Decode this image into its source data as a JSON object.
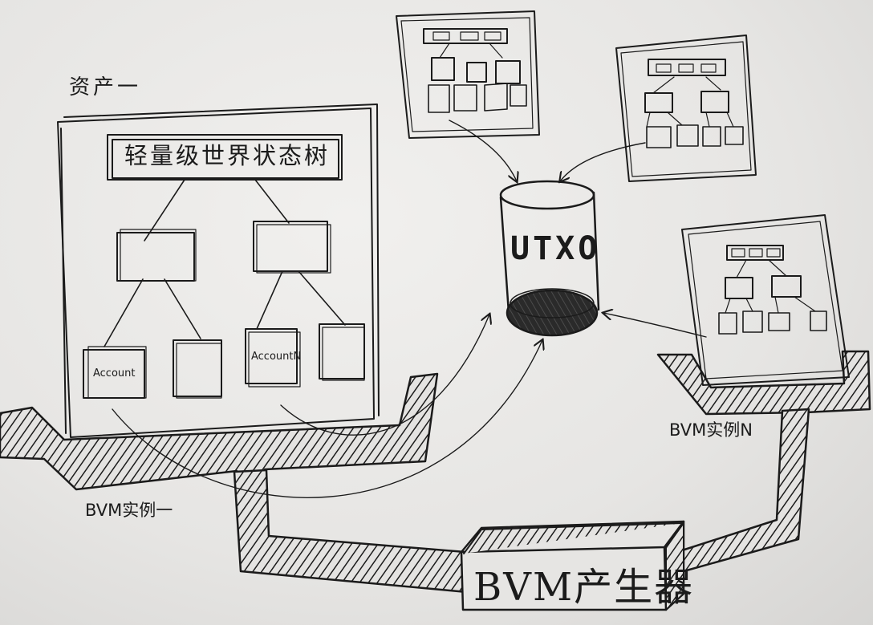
{
  "diagram": {
    "asset_label": "资产一",
    "world_state_tree_label": "轻量级世界状态树",
    "account_first_label": "Account",
    "account_last_label": "AccountN",
    "utxo_label": "UTXO",
    "bvm_instance_first_label": "BVM实例一",
    "bvm_instance_last_label": "BVM实例N",
    "bvm_generator_label": "BVM产生器"
  },
  "colors": {
    "paper": "#e8e7e5",
    "ink": "#1b1b1b"
  }
}
